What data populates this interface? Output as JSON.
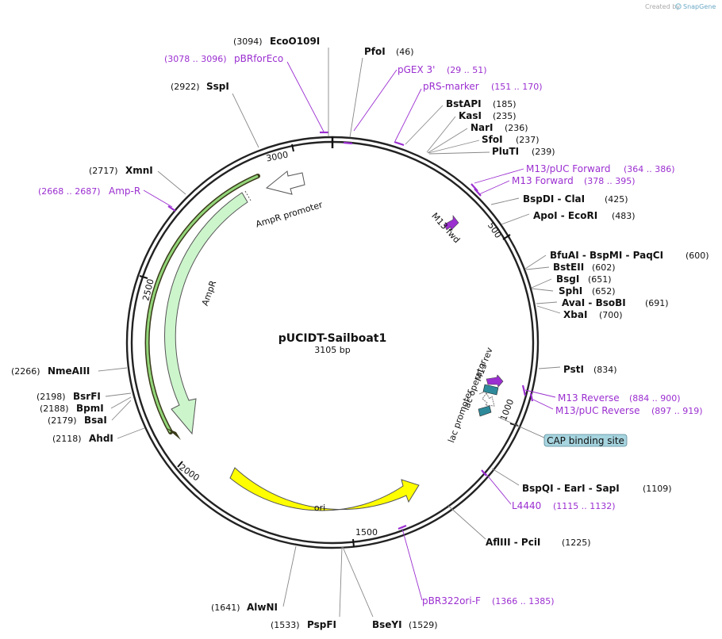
{
  "credit": {
    "text": "Created by",
    "brand": "SnapGene"
  },
  "plasmid": {
    "name": "pUCIDT-Sailboat1",
    "length_label": "3105 bp",
    "length": 3105
  },
  "ticks": [
    {
      "pos": 500,
      "label": "500"
    },
    {
      "pos": 1000,
      "label": "1000"
    },
    {
      "pos": 1500,
      "label": "1500"
    },
    {
      "pos": 2000,
      "label": "2000"
    },
    {
      "pos": 2500,
      "label": "2500"
    },
    {
      "pos": 3000,
      "label": "3000"
    }
  ],
  "enzymes": [
    {
      "name": "EcoO109I",
      "pos": "(3094)"
    },
    {
      "name": "PfoI",
      "pos": "(46)"
    },
    {
      "name": "SspI",
      "pos": "(2922)"
    },
    {
      "name": "BstAPI",
      "pos": "(185)"
    },
    {
      "name": "KasI",
      "pos": "(235)"
    },
    {
      "name": "NarI",
      "pos": "(236)"
    },
    {
      "name": "SfoI",
      "pos": "(237)"
    },
    {
      "name": "PluTI",
      "pos": "(239)"
    },
    {
      "name": "XmnI",
      "pos": "(2717)"
    },
    {
      "name": "BspDI  -  ClaI",
      "pos": "(425)"
    },
    {
      "name": "ApoI  -  EcoRI",
      "pos": "(483)"
    },
    {
      "name": "BfuAI  -  BspMI  -  PaqCI",
      "pos": "(600)"
    },
    {
      "name": "BstEII",
      "pos": "(602)"
    },
    {
      "name": "BsgI",
      "pos": "(651)"
    },
    {
      "name": "SphI",
      "pos": "(652)"
    },
    {
      "name": "AvaI  -  BsoBI",
      "pos": "(691)"
    },
    {
      "name": "XbaI",
      "pos": "(700)"
    },
    {
      "name": "PstI",
      "pos": "(834)"
    },
    {
      "name": "NmeAIII",
      "pos": "(2266)"
    },
    {
      "name": "BsrFI",
      "pos": "(2198)"
    },
    {
      "name": "BpmI",
      "pos": "(2188)"
    },
    {
      "name": "BsaI",
      "pos": "(2179)"
    },
    {
      "name": "AhdI",
      "pos": "(2118)"
    },
    {
      "name": "BspQI  -  EarI  -  SapI",
      "pos": "(1109)"
    },
    {
      "name": "AflIII  -  PciI",
      "pos": "(1225)"
    },
    {
      "name": "AlwNI",
      "pos": "(1641)"
    },
    {
      "name": "PspFI",
      "pos": "(1533)"
    },
    {
      "name": "BseYI",
      "pos": "(1529)"
    }
  ],
  "primers": [
    {
      "name": "pBRforEco",
      "range": "(3078 .. 3096)"
    },
    {
      "name": "pGEX 3'",
      "range": "(29 .. 51)"
    },
    {
      "name": "pRS-marker",
      "range": "(151 .. 170)"
    },
    {
      "name": "M13/pUC Forward",
      "range": "(364 .. 386)"
    },
    {
      "name": "M13 Forward",
      "range": "(378 .. 395)"
    },
    {
      "name": "Amp-R",
      "range": "(2668 .. 2687)"
    },
    {
      "name": "M13 Reverse",
      "range": "(884 .. 900)"
    },
    {
      "name": "M13/pUC Reverse",
      "range": "(897 .. 919)"
    },
    {
      "name": "L4440",
      "range": "(1115 .. 1132)"
    },
    {
      "name": "pBR322ori-F",
      "range": "(1366 .. 1385)"
    }
  ],
  "features": {
    "ampr_promoter": "AmpR promoter",
    "ampr": "AmpR",
    "ori": "ori",
    "m13_fwd": "M13 fwd",
    "m13_rev": "M13 rev",
    "lac_operator": "lac operator",
    "lac_promoter": "lac promoter",
    "cap_site": "CAP binding site"
  },
  "colors": {
    "primer": "#9b2fd0",
    "ampr_fill": "#ccf5cc",
    "ampr_stroke": "#3a3a1a",
    "ori_fill": "#ffff00",
    "lac_operator": "#2e8a9a",
    "cap_site": "#a6d4df",
    "backbone": "#222222"
  }
}
